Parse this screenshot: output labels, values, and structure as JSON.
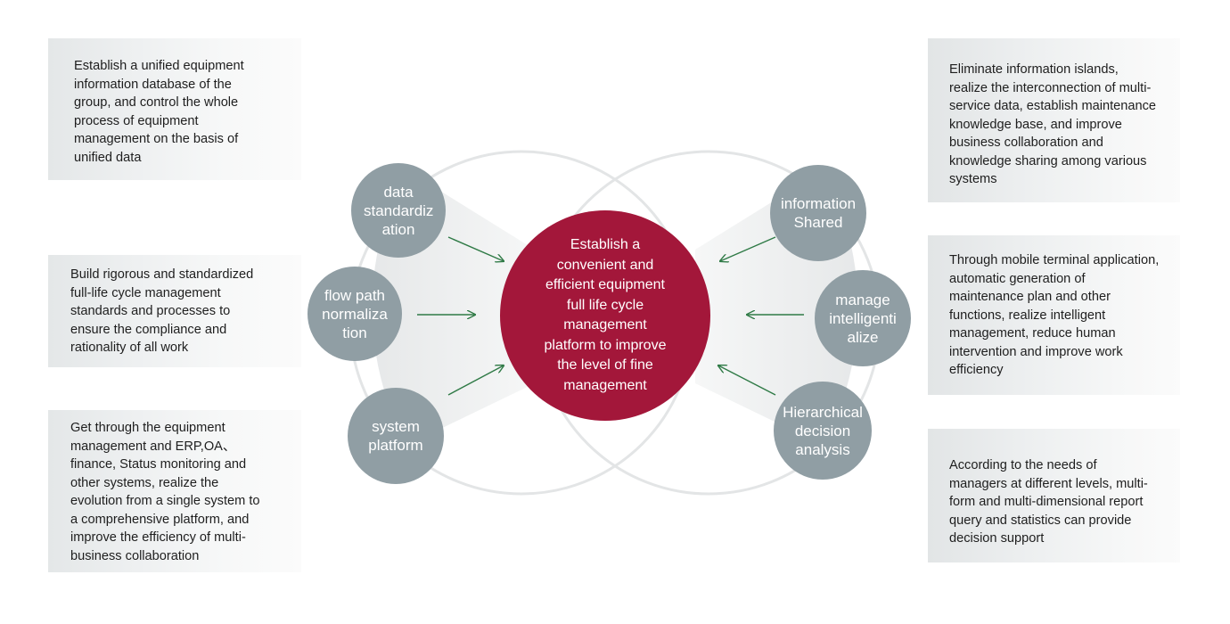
{
  "colors": {
    "node_fill": "#909ea4",
    "center_fill": "#a3173a",
    "arrow": "#2f7a46",
    "panel": "#e8eaeb",
    "ring": "#e2e4e5"
  },
  "center": {
    "text": "Establish a convenient and efficient equipment full life cycle management platform to improve the level of fine management"
  },
  "left_nodes": [
    {
      "label": "data standardiz ation"
    },
    {
      "label": "flow path normaliza tion"
    },
    {
      "label": "system platform"
    }
  ],
  "right_nodes": [
    {
      "label": "information Shared"
    },
    {
      "label": "manage intelligenti alize"
    },
    {
      "label": "Hierarchical decision analysis"
    }
  ],
  "left_panels": [
    {
      "lines": [
        "Establish a unified equipment",
        "information database of the",
        "group, and control the whole",
        "process of equipment",
        "management on the basis of",
        "unified data"
      ]
    },
    {
      "lines": [
        "Build rigorous and standardized",
        "full-life cycle management",
        "standards and processes to",
        "ensure the compliance and",
        "rationality of all work"
      ]
    },
    {
      "lines": [
        "Get through the equipment",
        "management and ERP,OA、",
        "finance, Status monitoring and",
        "other systems, realize the",
        "evolution from a single system to",
        "a comprehensive platform, and",
        "improve the efficiency of multi-",
        "business collaboration"
      ]
    }
  ],
  "right_panels": [
    {
      "lines": [
        "Eliminate information islands,",
        "realize the interconnection of multi-",
        "service data, establish maintenance",
        "knowledge base, and improve",
        "business collaboration and",
        "knowledge sharing among various",
        "systems"
      ]
    },
    {
      "lines": [
        "Through mobile terminal application,",
        "automatic generation of",
        "maintenance plan and other",
        "functions, realize intelligent",
        "management, reduce human",
        "intervention and improve work",
        "efficiency"
      ]
    },
    {
      "lines": [
        "According to the needs of",
        "managers at different levels, multi-",
        "form and multi-dimensional report",
        "query and statistics can provide",
        "decision support"
      ]
    }
  ]
}
